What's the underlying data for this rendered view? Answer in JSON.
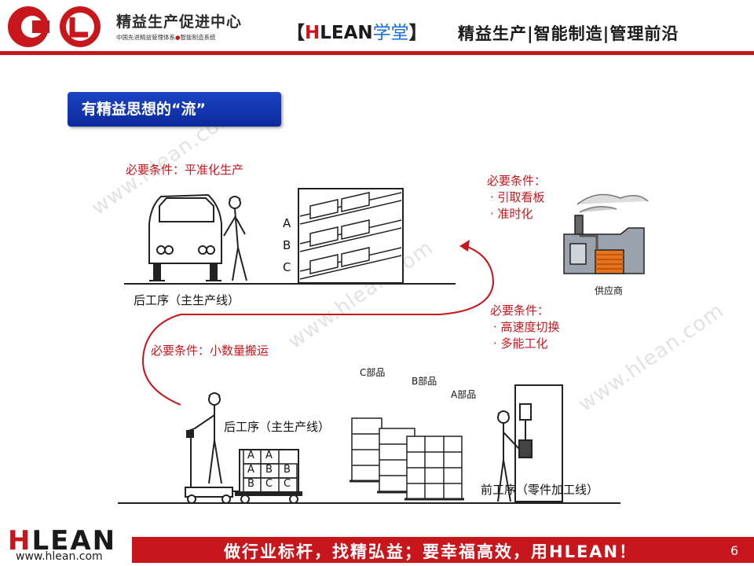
{
  "header": {
    "org_name": "精益生产促进中心",
    "org_sub_left": "中国先进精益管理体系",
    "org_sub_right": "智能制造系统",
    "brand_left_bracket": "【",
    "brand_h": "H",
    "brand_lean": "LEAN",
    "brand_xuetang": "学堂",
    "brand_right_bracket": "】",
    "tagline": "精益生产|智能制造|管理前沿"
  },
  "section_title": "有精益思想的“流”",
  "diagram": {
    "cond_leveling": "必要条件：平准化生产",
    "downstream_top": "后工序（主生产线）",
    "rack_labels": [
      "A",
      "B",
      "C"
    ],
    "cond_supplier_title": "必要条件：",
    "cond_supplier_items": [
      "· 引取看板",
      "· 准时化"
    ],
    "supplier_label": "供应商",
    "cond_process_title": "必要条件：",
    "cond_process_items": [
      "· 高速度切换",
      "· 多能工化"
    ],
    "cond_transport": "必要条件：小数量搬运",
    "downstream_bottom": "后工序（主生产线）",
    "part_c": "C部品",
    "part_b": "B部品",
    "part_a": "A部品",
    "upstream": "前工序（零件加工线）",
    "cart_grid": [
      [
        "A",
        "A",
        ""
      ],
      [
        "A",
        "B",
        "B"
      ],
      [
        "B",
        "C",
        "C"
      ]
    ]
  },
  "watermark": "www.hlean.com",
  "footer": {
    "logo_h": "H",
    "logo_rest": "LEAN",
    "url": "www.hlean.com",
    "slogan": "做行业标杆，找精弘益；要幸福高效，用HLEAN！",
    "page_number": "6"
  },
  "colors": {
    "accent_red": "#c8161d",
    "title_blue": "#1c44c4"
  }
}
